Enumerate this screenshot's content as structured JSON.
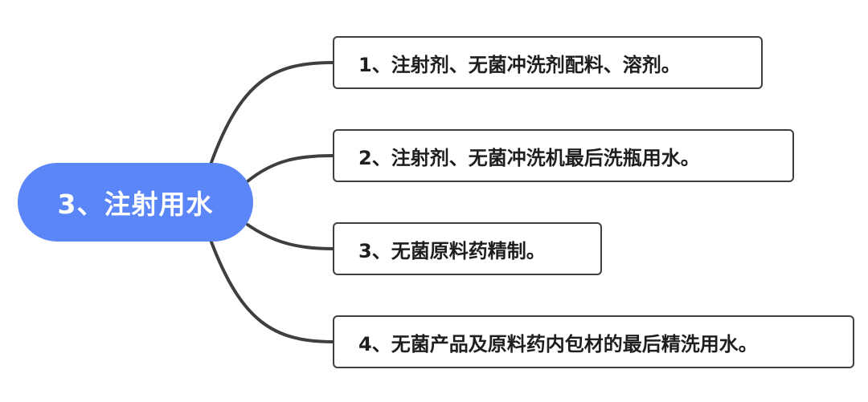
{
  "central": {
    "label": "3、注射用水",
    "color": "#5B86F8"
  },
  "branches": [
    {
      "label": "1、注射剂、无菌冲洗剂配料、溶剂。"
    },
    {
      "label": "2、注射剂、无菌冲洗机最后洗瓶用水。"
    },
    {
      "label": "3、无菌原料药精制。"
    },
    {
      "label": "4、无菌产品及原料药内包材的最后精洗用水。"
    }
  ],
  "colors": {
    "connector": "#3f3f3f",
    "box_border": "#3f3f3f",
    "text": "#1e1e1e"
  }
}
